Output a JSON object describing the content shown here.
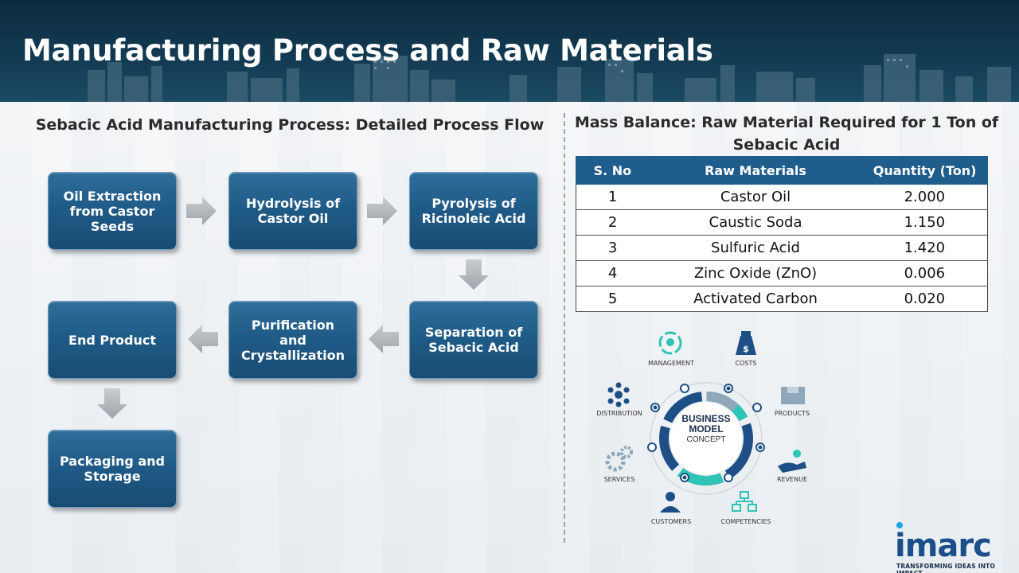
{
  "page": {
    "title": "Manufacturing Process and Raw Materials"
  },
  "process_flow": {
    "title": "Sebacic Acid Manufacturing Process: Detailed Process Flow",
    "steps": [
      "Oil Extraction from Castor Seeds",
      "Hydrolysis of Castor Oil",
      "Pyrolysis of Ricinoleic Acid",
      "Separation of Sebacic Acid",
      "Purification and Crystallization",
      "End Product",
      "Packaging and Storage"
    ]
  },
  "mass_balance": {
    "title": "Mass Balance: Raw Material Required for 1 Ton of Sebacic Acid",
    "headers": [
      "S. No",
      "Raw Materials",
      "Quantity (Ton)"
    ],
    "rows": [
      {
        "sno": "1",
        "material": "Castor Oil",
        "quantity": "2.000"
      },
      {
        "sno": "2",
        "material": "Caustic Soda",
        "quantity": "1.150"
      },
      {
        "sno": "3",
        "material": "Sulfuric Acid",
        "quantity": "1.420"
      },
      {
        "sno": "4",
        "material": "Zinc Oxide (ZnO)",
        "quantity": "0.006"
      },
      {
        "sno": "5",
        "material": "Activated Carbon",
        "quantity": "0.020"
      }
    ]
  },
  "business_model": {
    "center_line1": "BUSINESS",
    "center_line2": "MODEL",
    "center_line3": "CONCEPT",
    "labels": {
      "management": "MANAGEMENT",
      "costs": "COSTS",
      "products": "PRODUCTS",
      "revenue": "REVENUE",
      "competencies": "COMPETENCIES",
      "customers": "CUSTOMERS",
      "services": "SERVICES",
      "distribution": "DISTRIBUTION"
    }
  },
  "logo": {
    "word": "imarc",
    "tagline": "TRANSFORMING IDEAS INTO IMPACT"
  },
  "colors": {
    "header": "#123a52",
    "step_fill": "#1f5a86",
    "table_header": "#1f5d8c",
    "accent_teal": "#2ec4b6",
    "accent_blue": "#1a4f8a"
  }
}
